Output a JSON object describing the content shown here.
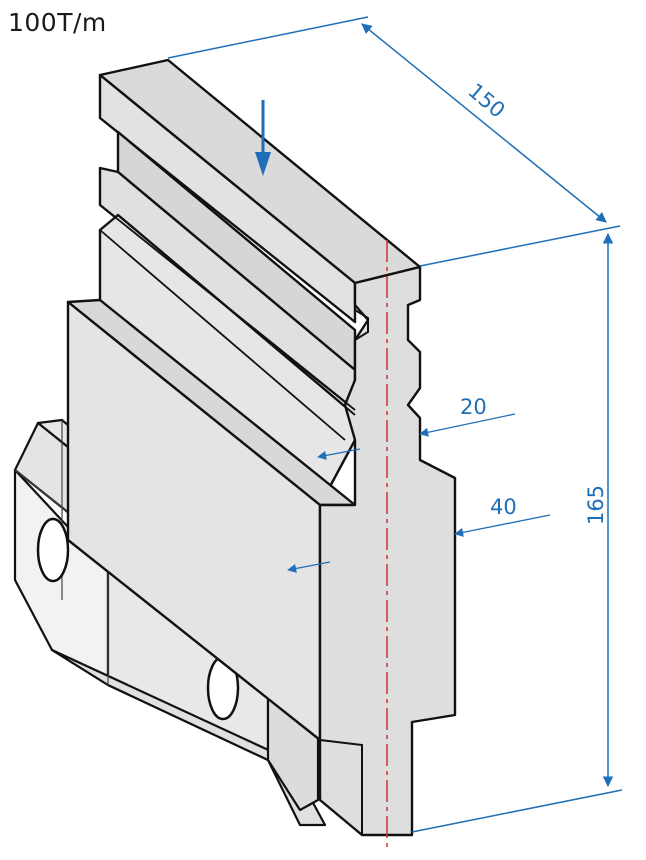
{
  "diagram": {
    "load_label": "100T/m",
    "dimensions": {
      "length": "150",
      "height": "165",
      "width_top": "20",
      "width_body": "40"
    },
    "colors": {
      "outline": "#111111",
      "face": "#dedede",
      "side": "#eeeeee",
      "dimension": "#1f6fb8",
      "centerline": "#cc3333",
      "background": "#ffffff"
    },
    "icons": {
      "load_arrow": "arrow-down-icon",
      "mount_holes": "circle-hole-icon"
    }
  }
}
